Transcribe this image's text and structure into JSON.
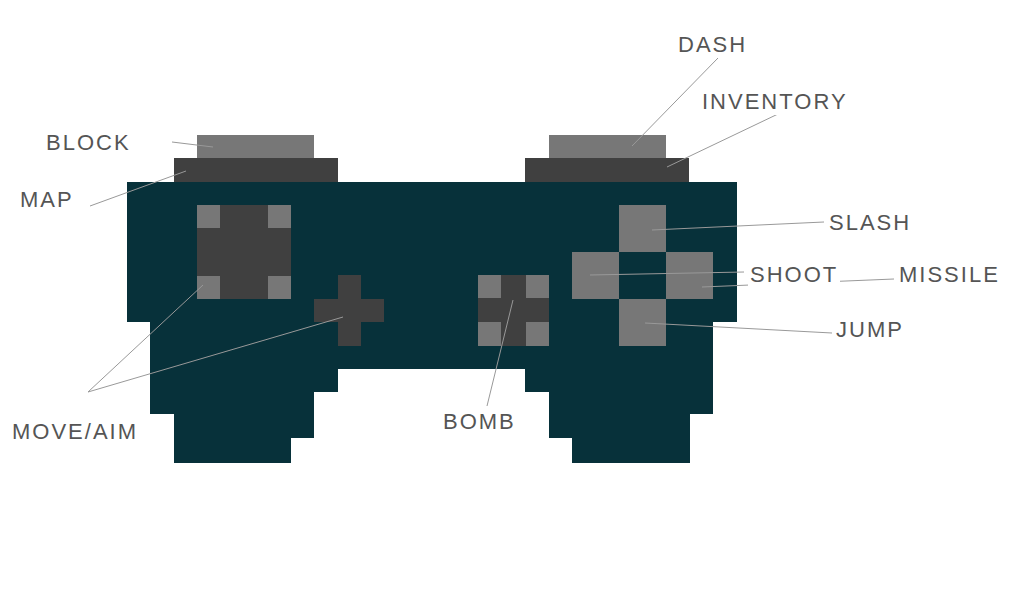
{
  "diagram": {
    "labels": [
      "DASH",
      "INVENTORY",
      "BLOCK",
      "MAP",
      "SLASH",
      "SHOOT",
      "MISSILE",
      "JUMP",
      "MOVE/AIM",
      "BOMB"
    ]
  }
}
